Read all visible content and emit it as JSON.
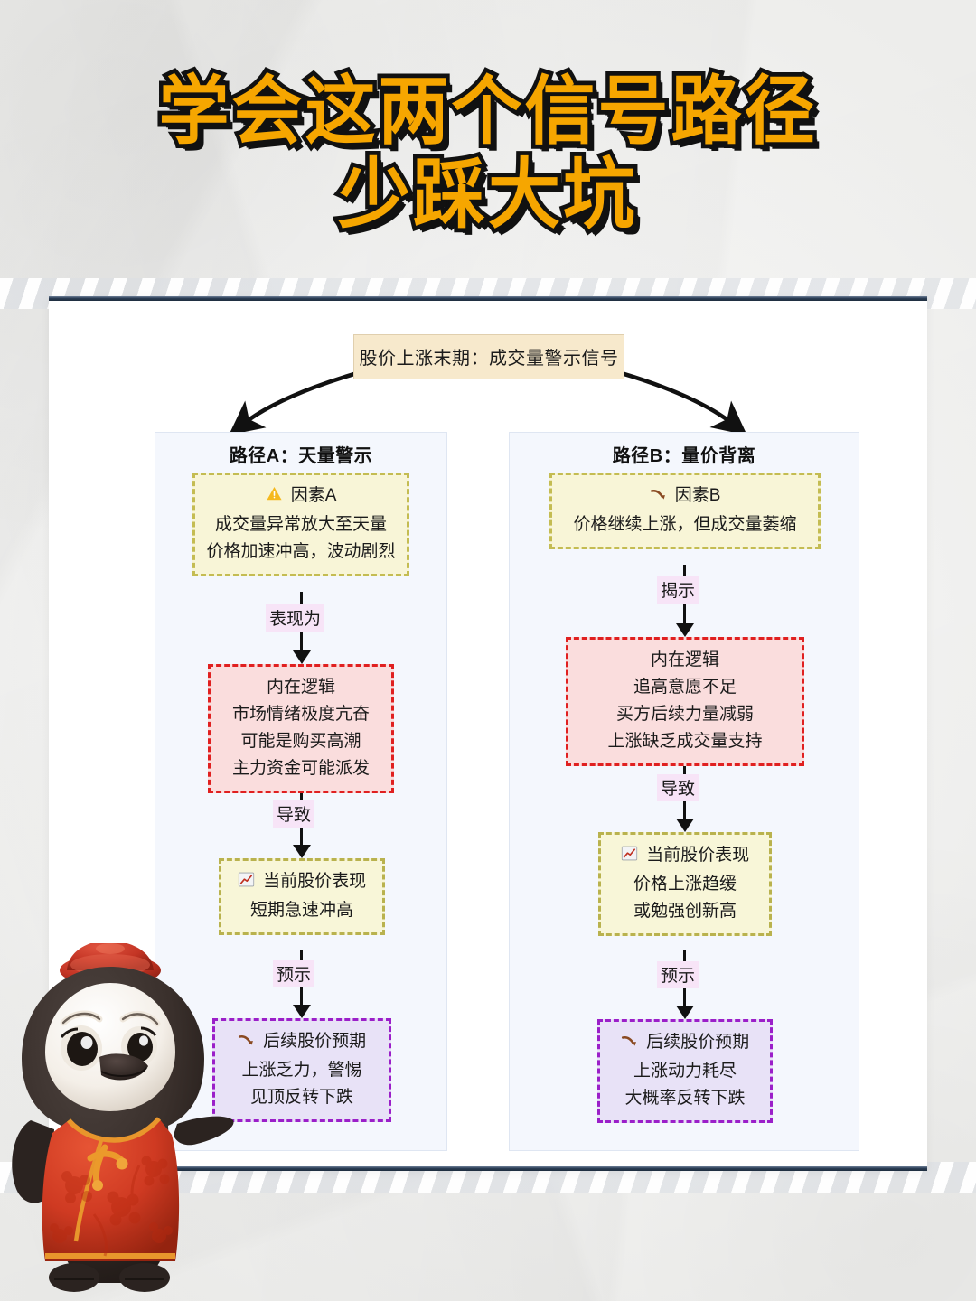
{
  "title": {
    "line1": "学会这两个信号路径",
    "line2": "少踩大坑",
    "color": "#f6a600",
    "outline_color": "#111111"
  },
  "chart_data": {
    "type": "diagram",
    "diagram_kind": "flowchart",
    "root": {
      "label": "股价上涨末期：成交量警示信号",
      "bg": "#f7e9cc"
    },
    "branches": [
      {
        "id": "path-a",
        "title": "路径A：天量警示",
        "panel_bg": "#f4f7fd",
        "nodes": [
          {
            "kind": "factor",
            "icon": "warning-icon",
            "border_color": "#c4bc52",
            "bg": "#f8f5d7",
            "lines": [
              "因素A",
              "成交量异常放大至天量",
              "价格加速冲高，波动剧烈"
            ]
          },
          {
            "kind": "logic",
            "icon": "",
            "border_color": "#e02020",
            "bg": "#fadddd",
            "lines": [
              "内在逻辑",
              "市场情绪极度亢奋",
              "可能是购买高潮",
              "主力资金可能派发"
            ]
          },
          {
            "kind": "current",
            "icon": "chart-up-icon",
            "border_color": "#b9b24e",
            "bg": "#f8f6d8",
            "lines": [
              "当前股价表现",
              "短期急速冲高"
            ]
          },
          {
            "kind": "expect",
            "icon": "trend-down-icon",
            "border_color": "#9b1fc9",
            "bg": "#e8e2f7",
            "lines": [
              "后续股价预期",
              "上涨乏力，警惕",
              "见顶反转下跌"
            ]
          }
        ],
        "edges": [
          "表现为",
          "导致",
          "预示"
        ]
      },
      {
        "id": "path-b",
        "title": "路径B：量价背离",
        "panel_bg": "#f4f7fd",
        "nodes": [
          {
            "kind": "factor",
            "icon": "trend-down-icon",
            "border_color": "#c4bc52",
            "bg": "#f8f5d7",
            "lines": [
              "因素B",
              "价格继续上涨，但成交量萎缩"
            ]
          },
          {
            "kind": "logic",
            "icon": "",
            "border_color": "#e02020",
            "bg": "#fadddd",
            "lines": [
              "内在逻辑",
              "追高意愿不足",
              "买方后续力量减弱",
              "上涨缺乏成交量支持"
            ]
          },
          {
            "kind": "current",
            "icon": "chart-up-icon",
            "border_color": "#b9b24e",
            "bg": "#f8f6d8",
            "lines": [
              "当前股价表现",
              "价格上涨趋缓",
              "或勉强创新高"
            ]
          },
          {
            "kind": "expect",
            "icon": "trend-down-icon",
            "border_color": "#9b1fc9",
            "bg": "#e8e2f7",
            "lines": [
              "后续股价预期",
              "上涨动力耗尽",
              "大概率反转下跌"
            ]
          }
        ],
        "edges": [
          "揭示",
          "导致",
          "预示"
        ]
      }
    ]
  },
  "flow": {
    "root_label": "股价上涨末期：成交量警示信号",
    "a": {
      "title": "路径A：天量警示",
      "factor": {
        "l1": "因素A",
        "l2": "成交量异常放大至天量",
        "l3": "价格加速冲高，波动剧烈"
      },
      "edge1": "表现为",
      "logic": {
        "l1": "内在逻辑",
        "l2": "市场情绪极度亢奋",
        "l3": "可能是购买高潮",
        "l4": "主力资金可能派发"
      },
      "edge2": "导致",
      "current": {
        "l1": "当前股价表现",
        "l2": "短期急速冲高"
      },
      "edge3": "预示",
      "expect": {
        "l1": "后续股价预期",
        "l2": "上涨乏力，警惕",
        "l3": "见顶反转下跌"
      }
    },
    "b": {
      "title": "路径B：量价背离",
      "factor": {
        "l1": "因素B",
        "l2": "价格继续上涨，但成交量萎缩"
      },
      "edge1": "揭示",
      "logic": {
        "l1": "内在逻辑",
        "l2": "追高意愿不足",
        "l3": "买方后续力量减弱",
        "l4": "上涨缺乏成交量支持"
      },
      "edge2": "导致",
      "current": {
        "l1": "当前股价表现",
        "l2": "价格上涨趋缓",
        "l3": "或勉强创新高"
      },
      "edge3": "预示",
      "expect": {
        "l1": "后续股价预期",
        "l2": "上涨动力耗尽",
        "l3": "大概率反转下跌"
      }
    }
  },
  "mascot": {
    "name": "penguin-mascot",
    "hat_color": "#c9372c",
    "robe_color": "#cf3a22",
    "trim_color": "#e8962c"
  }
}
